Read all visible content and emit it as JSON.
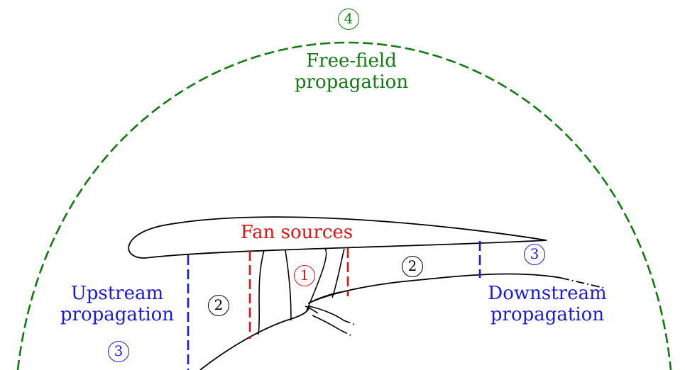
{
  "colors": {
    "free_field": "#117a11",
    "duct_propagation": "#1a1adf",
    "fan_sources": "#e01414",
    "geometry": "#000000"
  },
  "free_field": {
    "marker": "4",
    "label_line1": "Free-field",
    "label_line2": "propagation"
  },
  "fan": {
    "label": "Fan sources",
    "marker": "1"
  },
  "upstream": {
    "label_line1": "Upstream",
    "label_line2": "propagation",
    "marker": "3"
  },
  "downstream": {
    "label_line1": "Downstream",
    "label_line2": "propagation",
    "marker": "3"
  },
  "duct_markers": {
    "inlet": "2",
    "bypass": "2"
  }
}
